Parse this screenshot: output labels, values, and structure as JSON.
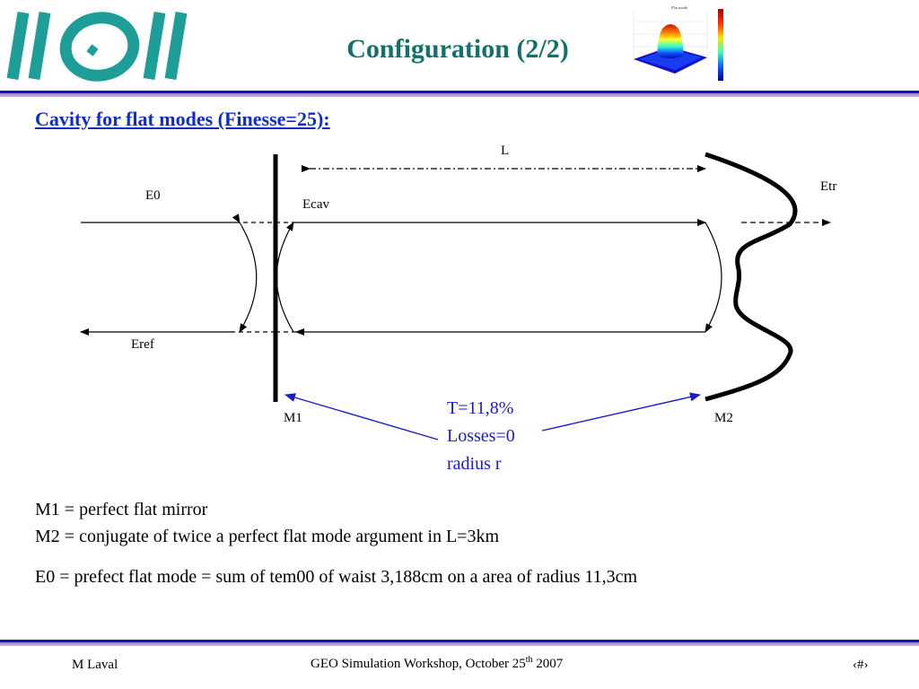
{
  "header": {
    "title": "Configuration (2/2)",
    "thumbnail_caption": "Flat mode"
  },
  "subtitle": "Cavity for flat modes (Finesse=25):",
  "diagram": {
    "length_label": "L",
    "input_field_label": "E0",
    "cavity_field_label": "Ecav",
    "transmitted_field_label": "Etr",
    "reflected_field_label": "Eref",
    "mirror1_label": "M1",
    "mirror2_label": "M2",
    "mirror_props": {
      "transmission": "T=11,8%",
      "losses": "Losses=0",
      "radius": "radius r"
    }
  },
  "body": {
    "line1": "M1 = perfect flat mirror",
    "line2": "M2 = conjugate of twice a perfect flat mode argument in L=3km",
    "line3": "E0 = prefect flat mode = sum of tem00 of waist 3,188cm on a area of radius 11,3cm"
  },
  "footer": {
    "author": "M Laval",
    "event_prefix": "GEO Simulation Workshop,  October 25",
    "event_sup": "th",
    "event_suffix": " 2007",
    "page_number": "‹#›"
  },
  "colors": {
    "title": "#13706b",
    "subtitle": "#0f2ec8",
    "logo": "#1f9e99",
    "callout_arrows": "#1a1acc",
    "rule_dark": "#1515a8",
    "rule_light": "#a48cd0"
  }
}
